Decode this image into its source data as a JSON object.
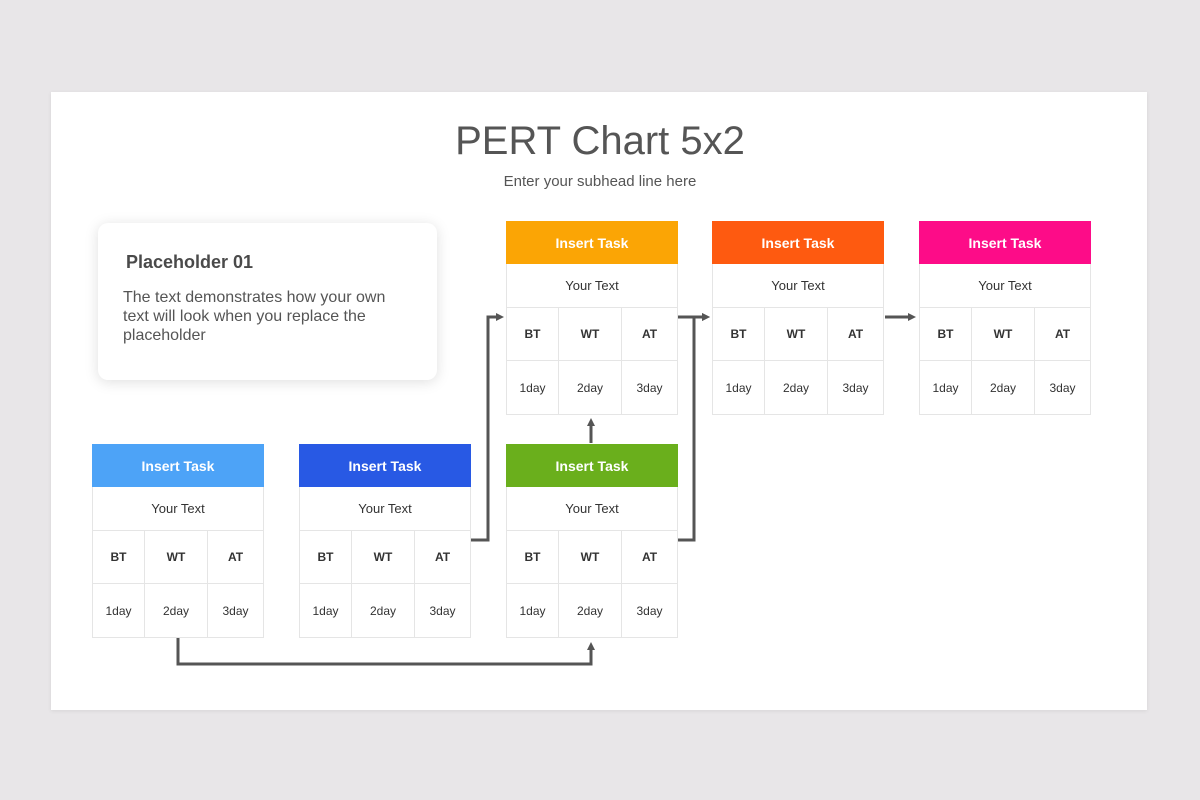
{
  "title": "PERT Chart 5x2",
  "subtitle": "Enter your subhead line here",
  "placeholder": {
    "title": "Placeholder 01",
    "body": "The text demonstrates how your own text will look when you replace the placeholder"
  },
  "tasks": [
    {
      "header": "Insert Task",
      "text": "Your Text",
      "color": "#4da3f7",
      "labels": [
        "BT",
        "WT",
        "AT"
      ],
      "values": [
        "1day",
        "2day",
        "3day"
      ]
    },
    {
      "header": "Insert Task",
      "text": "Your Text",
      "color": "#2859e4",
      "labels": [
        "BT",
        "WT",
        "AT"
      ],
      "values": [
        "1day",
        "2day",
        "3day"
      ]
    },
    {
      "header": "Insert Task",
      "text": "Your Text",
      "color": "#6aaf1c",
      "labels": [
        "BT",
        "WT",
        "AT"
      ],
      "values": [
        "1day",
        "2day",
        "3day"
      ]
    },
    {
      "header": "Insert Task",
      "text": "Your Text",
      "color": "#fba505",
      "labels": [
        "BT",
        "WT",
        "AT"
      ],
      "values": [
        "1day",
        "2day",
        "3day"
      ]
    },
    {
      "header": "Insert Task",
      "text": "Your Text",
      "color": "#fe5a10",
      "labels": [
        "BT",
        "WT",
        "AT"
      ],
      "values": [
        "1day",
        "2day",
        "3day"
      ]
    },
    {
      "header": "Insert Task",
      "text": "Your Text",
      "color": "#fd0c88",
      "labels": [
        "BT",
        "WT",
        "AT"
      ],
      "values": [
        "1day",
        "2day",
        "3day"
      ]
    }
  ],
  "connector_color": "#555555"
}
